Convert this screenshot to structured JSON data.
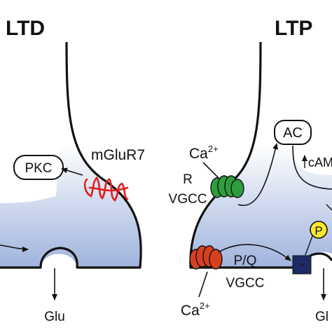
{
  "panels": {
    "left_title": "LTD",
    "right_title": "LTP"
  },
  "left": {
    "pkc": "PKC",
    "mglur7": "mGluR7",
    "glu": "Glu"
  },
  "right": {
    "ca_top": "Ca",
    "ca_top_sup": "2+",
    "r": "R",
    "vgcc_top": "VGCC",
    "ac": "AC",
    "camp_prefix": "↑",
    "camp": "cAM",
    "p_badge": "P",
    "pq": "P/Q",
    "vgcc_bottom": "VGCC",
    "ca_bottom": "Ca",
    "ca_bottom_sup": "2+",
    "glu": "Gl",
    "small_p": "P"
  },
  "colors": {
    "terminal_top": "#ffffff",
    "terminal_bottom": "#9fb3dd",
    "mglur_red": "#e0201c",
    "r_vgcc_green": "#2e9d3e",
    "pq_vgcc_red": "#d9401f",
    "phospho_yellow": "#fde92a",
    "navy_box": "#1c2a66"
  },
  "icons": [
    "mglur7-receptor-icon",
    "r-type-channel-icon",
    "pq-type-channel-icon",
    "phosphate-icon",
    "target-protein-icon"
  ]
}
